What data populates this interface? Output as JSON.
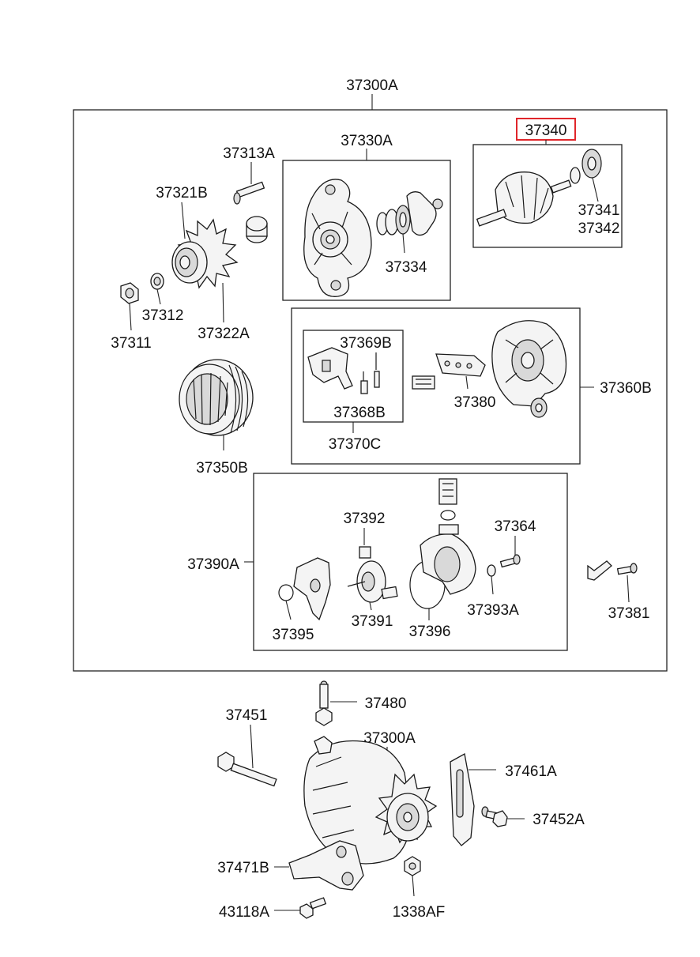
{
  "diagram": {
    "labels": {
      "assembly_top": "37300A",
      "housing_front": "37330A",
      "rotor": "37340",
      "rotor_bearing_a": "37341",
      "rotor_bearing_b": "37342",
      "bolt": "37313A",
      "pulley": "37321B",
      "bearing_front": "37334",
      "washer": "37312",
      "nut": "37311",
      "fan": "37322A",
      "regulator_a": "37369B",
      "regulator_b": "37368B",
      "brush_holder_assy": "37370C",
      "rectifier": "37380",
      "rear_housing": "37360B",
      "stator": "37350B",
      "vacuum_pump_assy": "37390A",
      "vacuum_gasket": "37392",
      "rotor_pump": "37391",
      "pump_housing": "37396",
      "pump_bolt": "37364",
      "pump_washer": "37393A",
      "oring": "37395",
      "terminal_bolt": "37381",
      "stud": "37480",
      "through_bolt": "37451",
      "assembly_bottom": "37300A",
      "adjust_bracket": "37461A",
      "adjust_bolt": "37452A",
      "mount_bracket": "37471B",
      "mount_bolt": "43118A",
      "mount_nut": "1338AF"
    },
    "highlight": "rotor",
    "highlight_color": "#e0262b",
    "line_color": "#222222"
  }
}
